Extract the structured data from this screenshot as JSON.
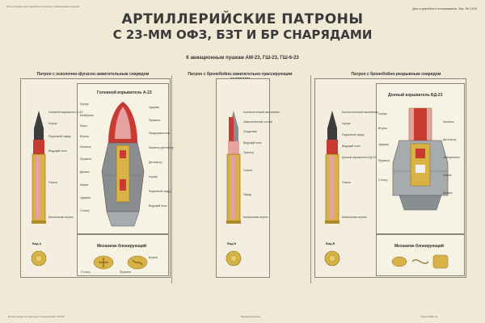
{
  "header": {
    "left_text": "Иллюстрации артиллерийских патронов к авиационным пушкам",
    "right_text": "Для служебного пользования. Экз. № 2103"
  },
  "title": {
    "line1": "АРТИЛЛЕРИЙСКИЕ ПАТРОНЫ",
    "line2": "С 23-ММ ОФЗ, БЗТ И БР СНАРЯДАМИ"
  },
  "subtitle": "К авиационным пушкам АМ-23, ГШ-23, ГШ-6-23",
  "panels": [
    {
      "heading": "Патрон с осколочно-фугасно-зажигательным снарядом",
      "fuze_heading": "Головной взрыватель А-23",
      "mechanism_heading": "Механизм блокирующий",
      "view_label": "Вид А",
      "cartridge_labels": [
        "Головной взрыватель А-23",
        "Корпус",
        "Разрывной заряд",
        "Ведущий пояс",
        "Гильза",
        "Капсюльная втулка"
      ],
      "cutaway_labels_left": [
        "Корпус",
        "Мембрана",
        "Жало",
        "Втулка",
        "Капсюль",
        "Пружина",
        "Движок",
        "Шарик",
        "Ударник",
        "Стопор"
      ],
      "cutaway_labels_right": [
        "Ударник",
        "Пружина",
        "Предохранитель",
        "Капсюль-детонатор",
        "Детонатор",
        "Корпус",
        "Разрывной заряд",
        "Ведущий пояс"
      ],
      "mech_labels": [
        "Стопор",
        "Пружина",
        "Втулка"
      ]
    },
    {
      "heading": "Патрон с бронебойно-зажигательно-трассирующим снарядом",
      "view_label": "Вид Б",
      "cartridge_labels": [
        "Баллистический наконечник",
        "Зажигательный состав",
        "Сердечник",
        "Ведущий пояс",
        "Трассер",
        "Гильза",
        "Заряд",
        "Капсюльная втулка"
      ]
    },
    {
      "heading": "Патрон с бронебойно-разрывным снарядом",
      "fuze_heading": "Донный взрыватель БД-23",
      "mechanism_heading": "Механизм блокирующий",
      "view_label": "Вид В",
      "cartridge_labels": [
        "Баллистический наконечник",
        "Корпус",
        "Разрывной заряд",
        "Ведущий пояс",
        "Донный взрыватель БД-23",
        "Гильза",
        "Капсюльная втулка"
      ],
      "cutaway_labels": [
        "Корпус",
        "Втулка",
        "Ударник",
        "Пружина",
        "Стопор",
        "Капсюль",
        "Детонатор",
        "Замедлитель",
        "Шарик",
        "Движок"
      ]
    }
  ],
  "footer": {
    "left": "Иллюстрации составлены по материалам ГАУ МО",
    "center": "Издание военное",
    "right": "Тираж 2000 экз."
  },
  "colors": {
    "background": "#efe9d6",
    "brass": "#d9b245",
    "steel": "#8a8d90",
    "red": "#c83a32",
    "pink": "#e6a2a0"
  }
}
